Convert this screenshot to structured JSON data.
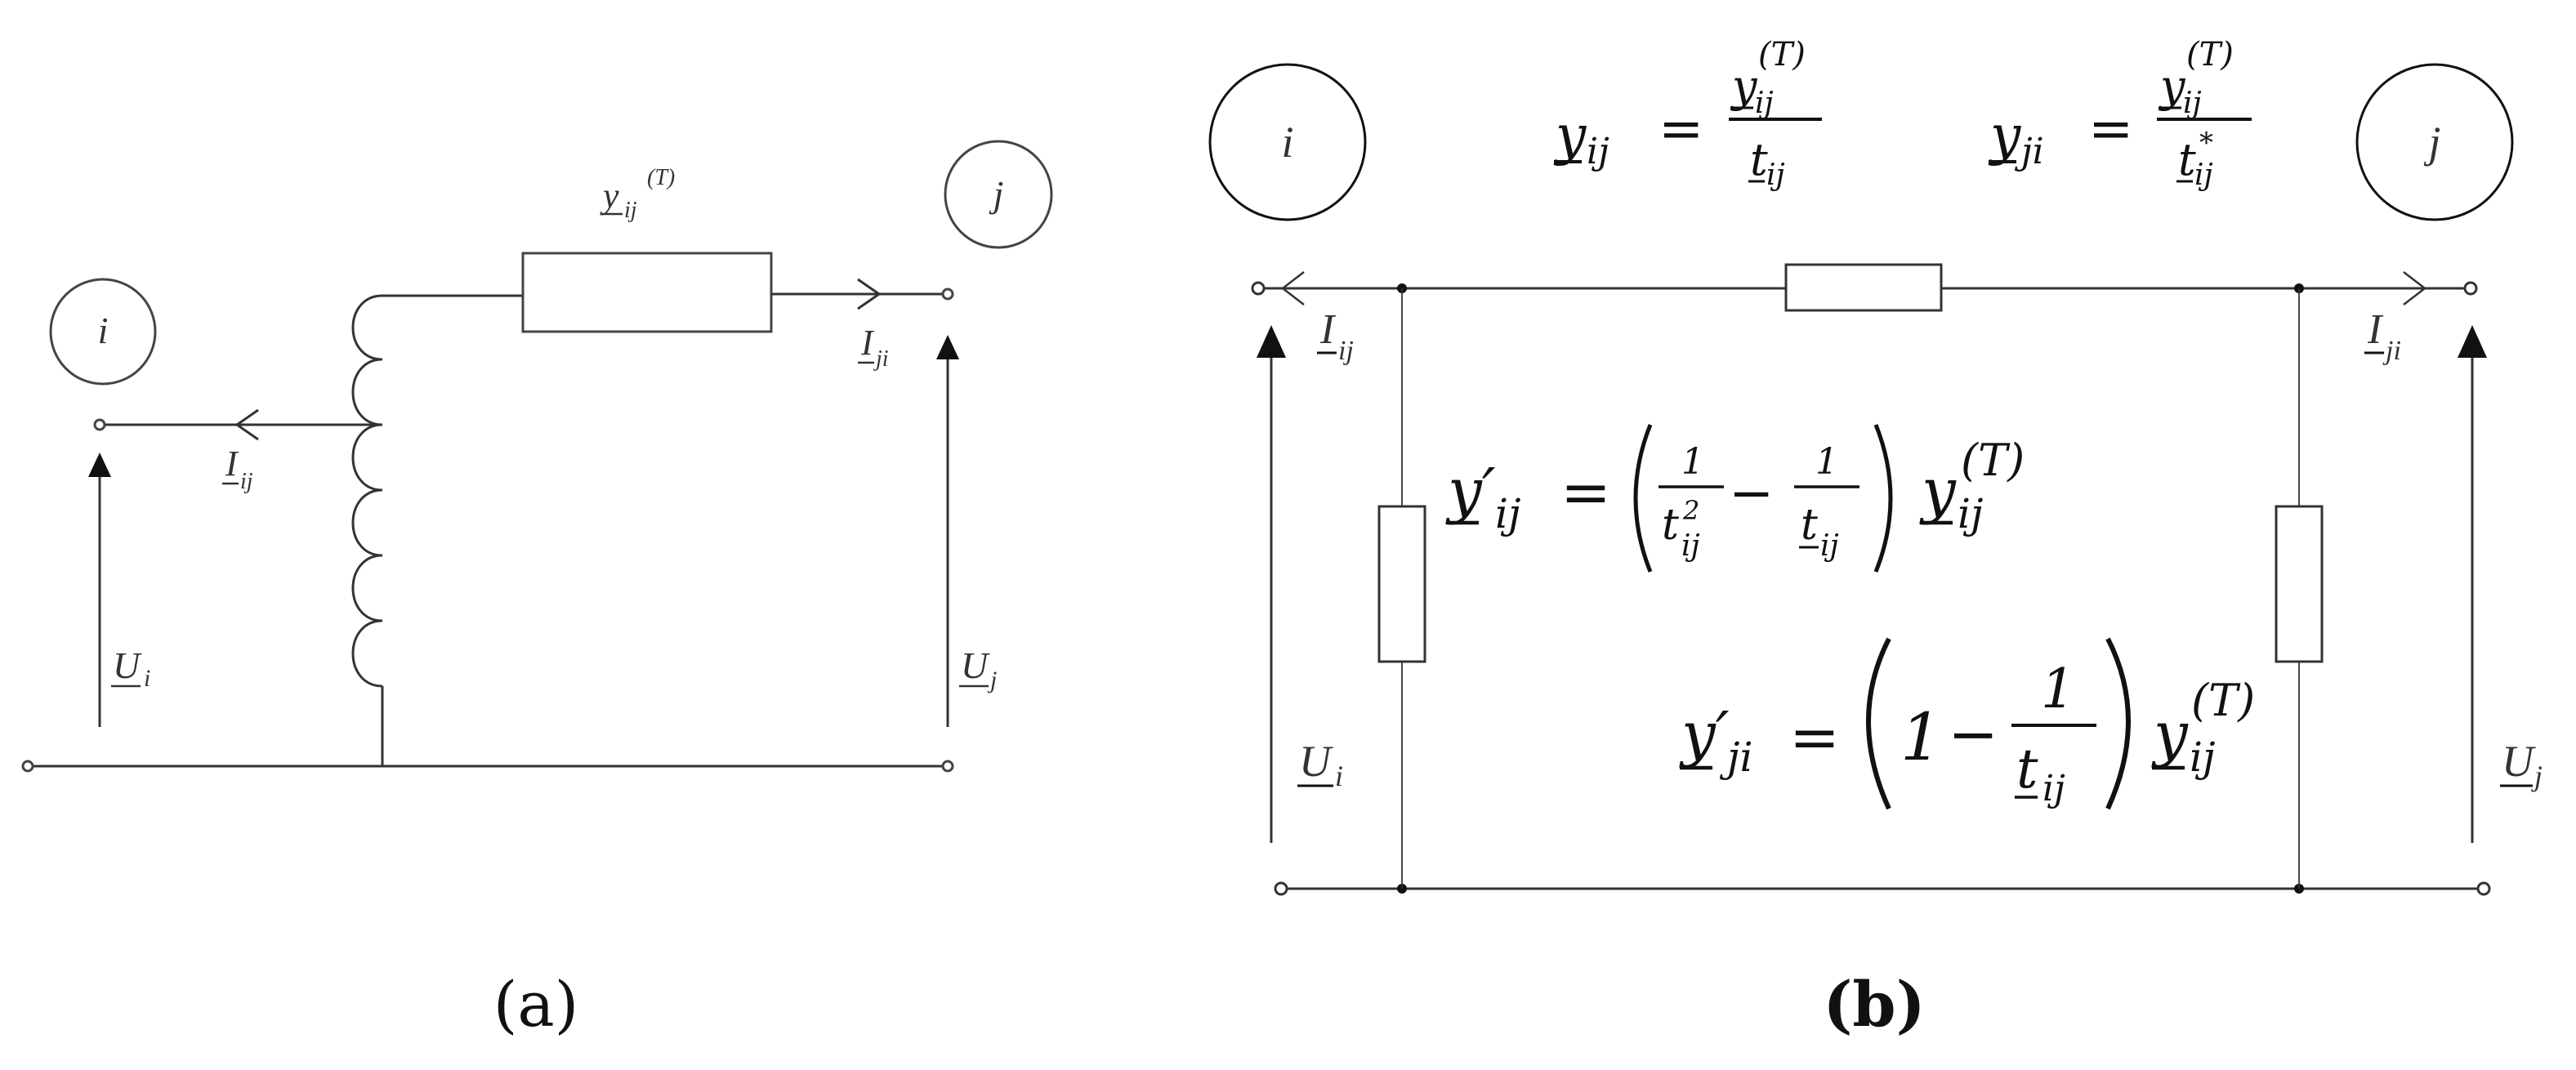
{
  "panel_a": {
    "caption": "(a)",
    "node_i": "i",
    "node_j": "j",
    "labels": {
      "y_series": "y",
      "y_series_sub": "ij",
      "y_series_sup": "(T)",
      "current_ij": "I",
      "current_ij_sub": "ij",
      "current_ji": "I",
      "current_ji_sub": "ji",
      "voltage_i": "U",
      "voltage_i_sub": "i",
      "voltage_j": "U",
      "voltage_j_sub": "j"
    }
  },
  "panel_b": {
    "caption": "(b)",
    "node_i": "i",
    "node_j": "j",
    "eq_yij": {
      "lhs": "y",
      "lhs_sub": "ij",
      "eq": "=",
      "num": "y",
      "num_sub": "ij",
      "num_sup": "(T)",
      "den": "t",
      "den_sub": "ij"
    },
    "eq_yji": {
      "lhs": "y",
      "lhs_sub": "ji",
      "eq": "=",
      "num": "y",
      "num_sub": "ij",
      "num_sup": "(T)",
      "den": "t",
      "den_sub": "ij",
      "den_sup": "*"
    },
    "eq_shunt_i": {
      "lhs": "y′",
      "lhs_sub": "ij",
      "eq": "=",
      "one": "1",
      "t": "t",
      "t_sup": "2",
      "t_sub": "ij",
      "minus": "−",
      "y": "y",
      "y_sub": "ij",
      "y_sup": "(T)"
    },
    "eq_shunt_j": {
      "lhs": "y′",
      "lhs_sub": "ji",
      "eq": "=",
      "one": "1",
      "minus": "−",
      "t": "t",
      "t_sub": "ij",
      "y": "y",
      "y_sub": "ij",
      "y_sup": "(T)"
    },
    "labels": {
      "current_ij": "I",
      "current_ij_sub": "ij",
      "current_ji": "I",
      "current_ji_sub": "ji",
      "voltage_i": "U",
      "voltage_i_sub": "i",
      "voltage_j": "U",
      "voltage_j_sub": "j"
    }
  }
}
